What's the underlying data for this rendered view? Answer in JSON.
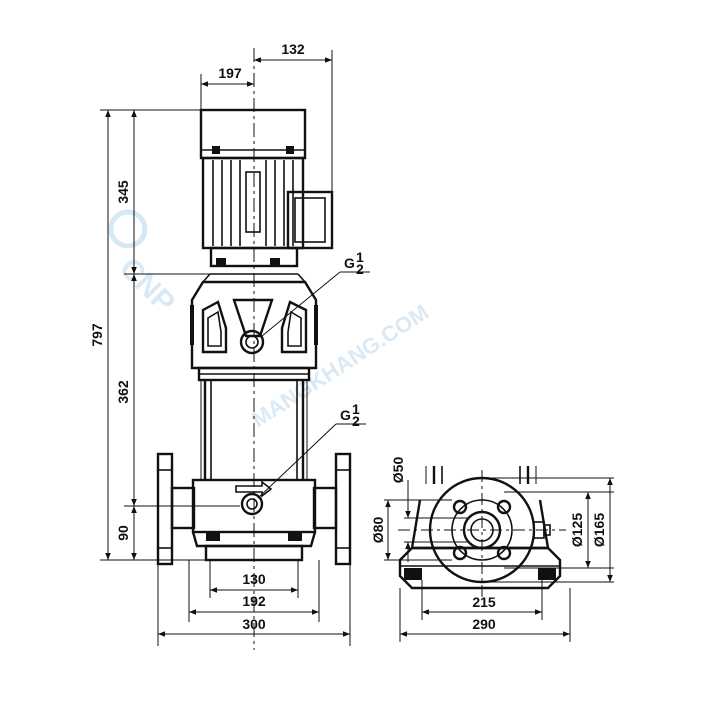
{
  "dimensions": {
    "d132": "132",
    "d197": "197",
    "d345": "345",
    "d797": "797",
    "d362": "362",
    "d90": "90",
    "d130": "130",
    "d192": "192",
    "d300": "300",
    "d215": "215",
    "d290": "290",
    "d50": "Ø50",
    "d80": "Ø80",
    "d125": "Ø125",
    "d165": "Ø165"
  },
  "thread_labels": {
    "upper": {
      "letter": "G",
      "num": "1",
      "den": "2"
    },
    "lower": {
      "letter": "G",
      "num": "1",
      "den": "2"
    }
  },
  "watermark": {
    "text": "MANGKHANG.COM",
    "brand": "CNP"
  },
  "colors": {
    "line": "#111111",
    "watermark": "#bcd8ef"
  }
}
